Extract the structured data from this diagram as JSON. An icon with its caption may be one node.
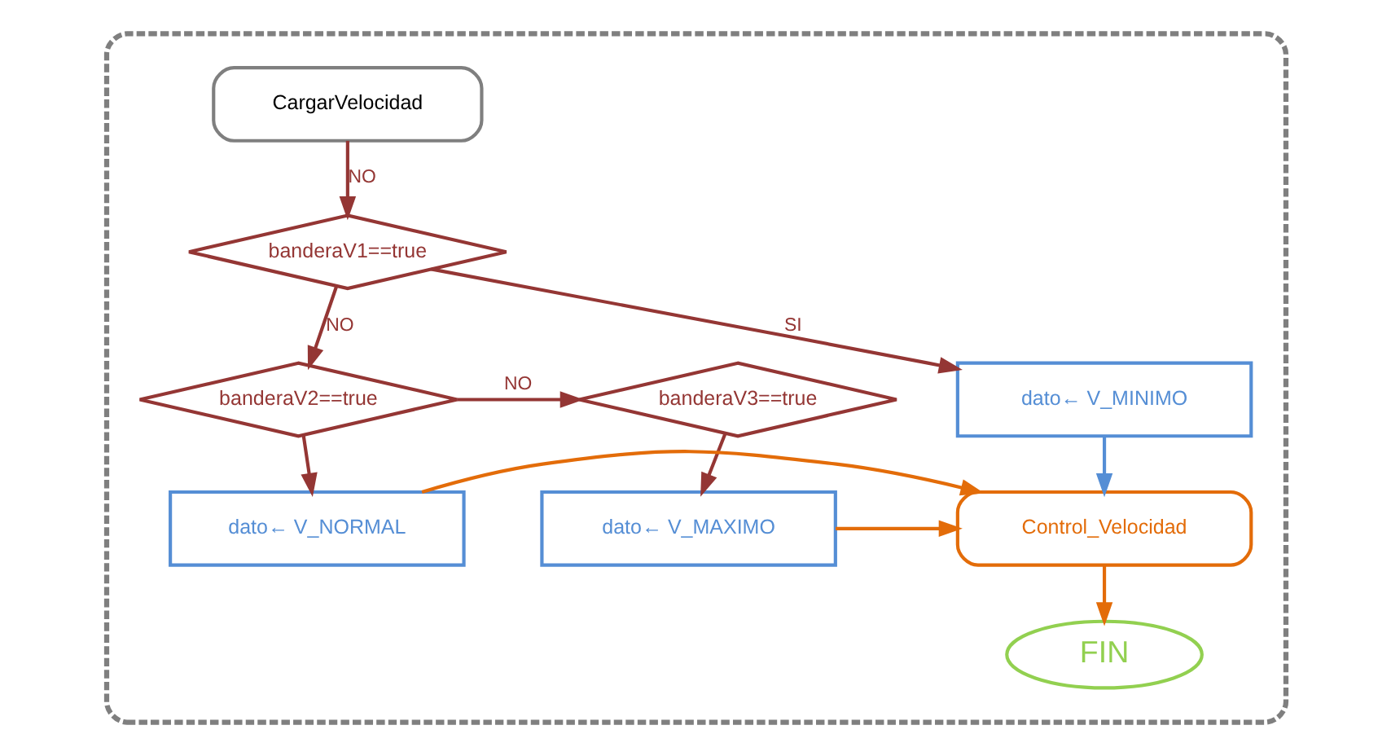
{
  "diagram": {
    "nodes": [
      {
        "text": [],
        "shape": "box"
      },
      {
        "text": [
          "CargarVelocidad"
        ],
        "in": 0
      },
      {
        "text": [
          "banderaV1==true"
        ],
        "in": 0
      },
      {
        "text": [
          "dato← V_MINIMO"
        ],
        "in": 0
      },
      {
        "text": [
          "banderaV2==true"
        ],
        "in": 0
      },
      {
        "text": [
          "banderaV3==true"
        ],
        "in": 0
      },
      {
        "text": [
          "dato← V_NORMAL"
        ],
        "in": 0
      },
      {
        "text": [
          "dato← V_MAXIMO"
        ],
        "in": 0
      },
      {
        "text": [
          "Control_Velocidad"
        ],
        "in": 0
      },
      {
        "text": [
          "FIN"
        ],
        "in": 0
      }
    ],
    "edges": [
      {
        "from": 1,
        "to": 2,
        "arrow": "to",
        "label": "NO"
      },
      {
        "from": 2,
        "to": 3,
        "arrow": "to",
        "label": "SI"
      },
      {
        "from": 2,
        "to": 4,
        "arrow": "to",
        "label": "NO"
      },
      {
        "from": 4,
        "to": 5,
        "arrow": "to",
        "label": "NO"
      },
      {
        "from": 4,
        "to": 6,
        "arrow": "to"
      },
      {
        "from": 5,
        "to": 7,
        "arrow": "to"
      },
      {
        "from": 3,
        "to": 8,
        "arrow": "to",
        "color": "#558ed5"
      },
      {
        "from": 6,
        "to": 8,
        "arrow": "to",
        "color": "#e36c09"
      },
      {
        "from": 7,
        "to": 8,
        "arrow": "to",
        "color": "#e36c09"
      },
      {
        "from": 8,
        "to": 9,
        "arrow": "to",
        "color": "#e36c09"
      }
    ]
  }
}
